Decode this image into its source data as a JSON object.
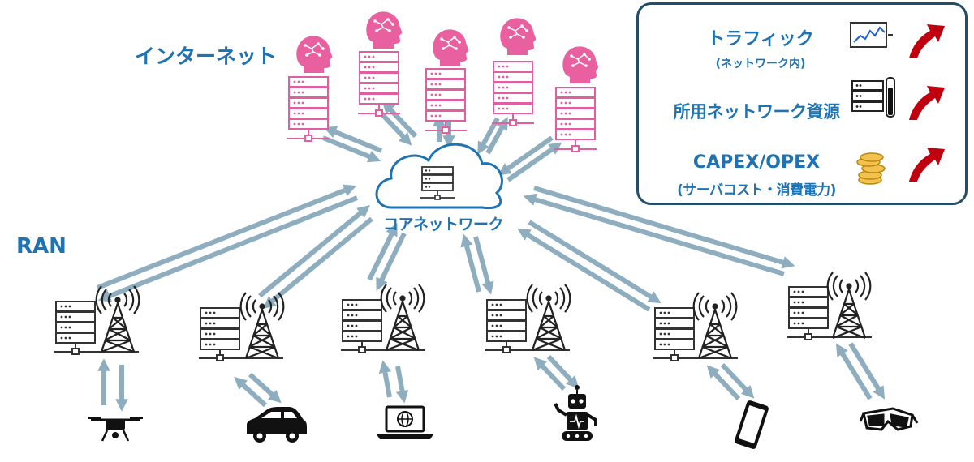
{
  "labels": {
    "internet": "インターネット",
    "ran": "RAN",
    "core": "コアネットワーク"
  },
  "legend": {
    "traffic": "トラフィック",
    "traffic_sub": "(ネットワーク内)",
    "resources": "所用ネットワーク資源",
    "capex": "CAPEX/OPEX",
    "capex_sub": "(サーバコスト・消費電力)"
  },
  "icons": {
    "internet_server": "server-rack-icon",
    "ai_head": "ai-brain-head-icon",
    "core": "cloud-server-icon",
    "base_station": "cell-tower-icon",
    "devices": [
      "drone-icon",
      "car-icon",
      "laptop-icon",
      "robot-icon",
      "smartphone-icon",
      "vr-glasses-icon"
    ],
    "legend": [
      "traffic-chart-icon",
      "server-load-icon",
      "coins-icon",
      "up-arrow-icon"
    ]
  },
  "colors": {
    "label_blue": "#1f73b2",
    "internet_pink": "#e05fa0",
    "link_arrow": "#8eaebf",
    "legend_border": "#244e66",
    "trend_red": "#c0000e"
  }
}
